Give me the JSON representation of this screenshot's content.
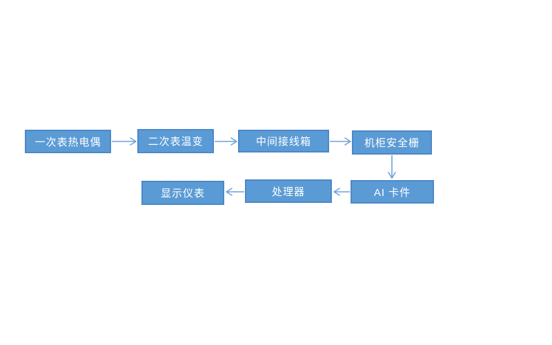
{
  "diagram": {
    "type": "flowchart",
    "background": "#FFFFFF",
    "colors": {
      "node_fill": "#5B9BD5",
      "node_border": "#4C87C7",
      "node_text": "#FFFFFF",
      "arrow": "#6CA1DC"
    },
    "nodes": [
      {
        "id": "primary-thermocouple",
        "label": "一次表热电偶"
      },
      {
        "id": "secondary-transmitter",
        "label": "二次表温变"
      },
      {
        "id": "junction-box",
        "label": "中间接线箱"
      },
      {
        "id": "safety-barrier",
        "label": "机柜安全栅"
      },
      {
        "id": "ai-card",
        "label": "AI 卡件"
      },
      {
        "id": "processor",
        "label": "处理器"
      },
      {
        "id": "display-instrument",
        "label": "显示仪表"
      }
    ],
    "edges": [
      {
        "from": "primary-thermocouple",
        "to": "secondary-transmitter",
        "direction": "right"
      },
      {
        "from": "secondary-transmitter",
        "to": "junction-box",
        "direction": "right"
      },
      {
        "from": "junction-box",
        "to": "safety-barrier",
        "direction": "right"
      },
      {
        "from": "safety-barrier",
        "to": "ai-card",
        "direction": "down"
      },
      {
        "from": "ai-card",
        "to": "processor",
        "direction": "left"
      },
      {
        "from": "processor",
        "to": "display-instrument",
        "direction": "left"
      }
    ]
  }
}
